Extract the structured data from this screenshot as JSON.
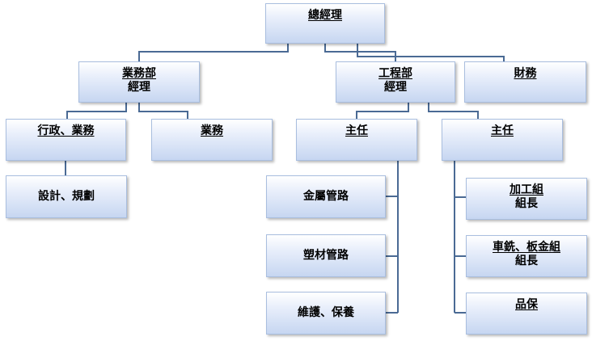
{
  "nodes": {
    "general_manager": "總經理",
    "sales_dept": {
      "line1": "業務部",
      "line2": "經理"
    },
    "engineering_dept": {
      "line1": "工程部",
      "line2": "經理"
    },
    "finance": "財務",
    "admin_sales": "行政、業務",
    "sales": "業務",
    "supervisor_left": "主任",
    "supervisor_right": "主任",
    "design_planning": "設計、規劃",
    "metal_piping": "金屬管路",
    "plastic_piping": "塑材管路",
    "maintenance": "維護、保養",
    "processing_group": {
      "line1": "加工組",
      "line2": "組長"
    },
    "milling_sheetmetal_group": {
      "line1": "車銑、板金組",
      "line2": "組長"
    },
    "quality_assurance": "品保"
  }
}
